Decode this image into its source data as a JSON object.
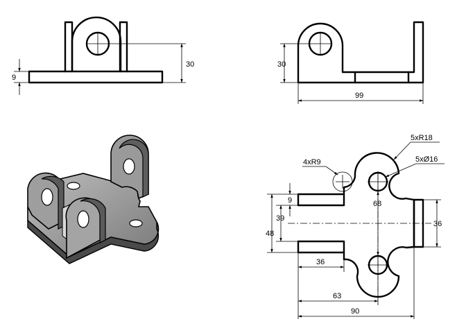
{
  "front_view": {
    "dim_height_total": "30",
    "dim_base_thickness": "9"
  },
  "side_view": {
    "dim_height": "30",
    "dim_length": "99"
  },
  "top_view": {
    "callout_fillets": "4xR9",
    "callout_radii": "5xR18",
    "callout_holes": "5xØ16",
    "dim_hole_spacing": "68",
    "dim_slot_depth": "9",
    "dim_inner_width": "39",
    "dim_outer_width": "48",
    "dim_tab_width": "36",
    "dim_slot_length": "36",
    "dim_hole_offset": "63",
    "dim_total_length": "90"
  }
}
